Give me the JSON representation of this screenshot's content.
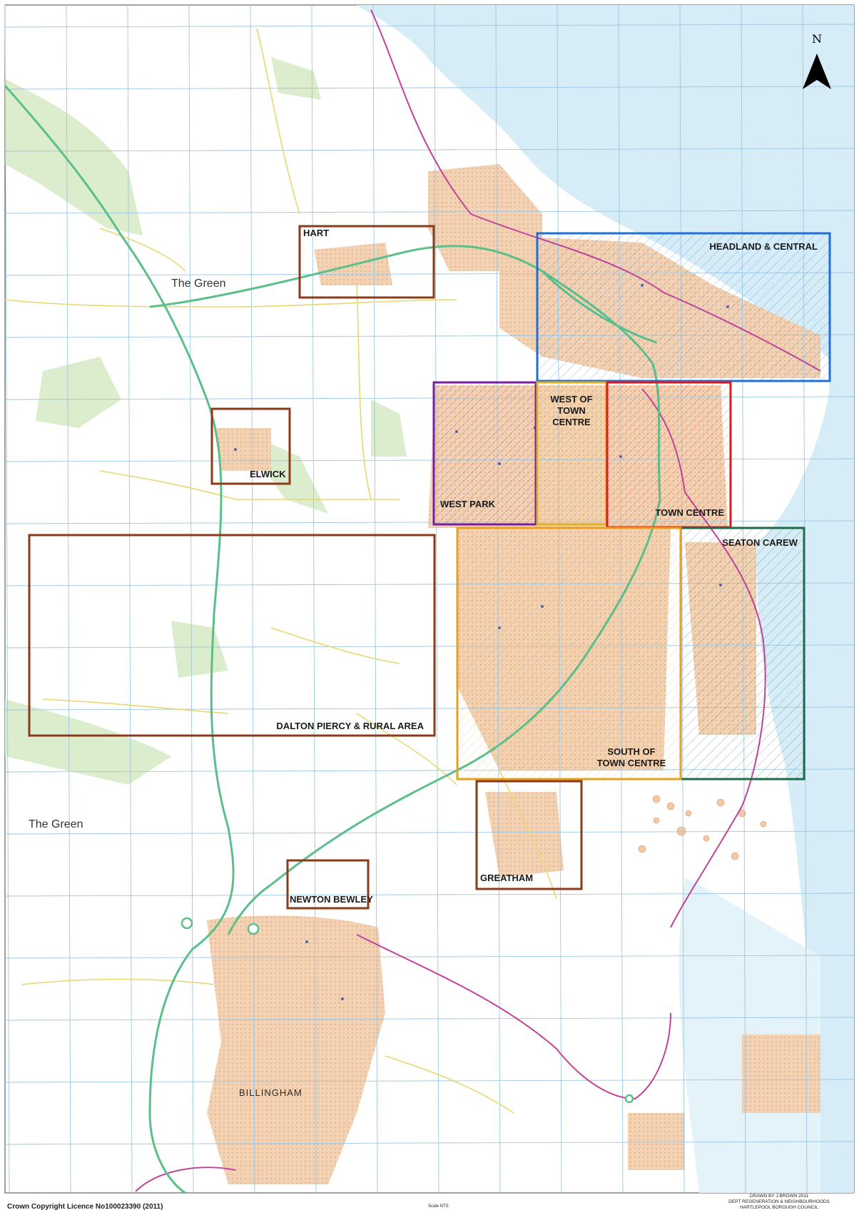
{
  "map": {
    "areas": [
      {
        "id": "hart",
        "label_lines": [
          "HART"
        ],
        "color": "#8b3a1a"
      },
      {
        "id": "headland-central",
        "label_lines": [
          "HEADLAND & CENTRAL"
        ],
        "color": "#1f6fd6"
      },
      {
        "id": "elwick",
        "label_lines": [
          "ELWICK"
        ],
        "color": "#8b3a1a"
      },
      {
        "id": "west-park",
        "label_lines": [
          "WEST PARK"
        ],
        "color": "#7a1fa0"
      },
      {
        "id": "west-of-town-centre",
        "label_lines": [
          "WEST OF",
          "TOWN",
          "CENTRE"
        ],
        "color": "#e0b020"
      },
      {
        "id": "town-centre",
        "label_lines": [
          "TOWN CENTRE"
        ],
        "color": "#e01a1a"
      },
      {
        "id": "seaton-carew",
        "label_lines": [
          "SEATON CAREW"
        ],
        "color": "#1f6a4a"
      },
      {
        "id": "dalton-piercy",
        "label_lines": [
          "DALTON PIERCY & RURAL AREA"
        ],
        "color": "#8b3a1a"
      },
      {
        "id": "south-of-town-centre",
        "label_lines": [
          "SOUTH OF",
          "TOWN CENTRE"
        ],
        "color": "#e8a020"
      },
      {
        "id": "greatham",
        "label_lines": [
          "GREATHAM"
        ],
        "color": "#8b3a1a"
      },
      {
        "id": "newton-bewley",
        "label_lines": [
          "NEWTON BEWLEY"
        ],
        "color": "#8b3a1a"
      }
    ],
    "place_labels": [
      "The Green",
      "The Green"
    ],
    "town_label": "BILLINGHAM",
    "north_arrow": {
      "letter": "N",
      "icon": "north-arrow-icon"
    },
    "colors": {
      "sea": "#d6ecf6",
      "land": "#ffffff",
      "grid": "#9cc6e2",
      "urban": "#f2c9a4",
      "main_road": "#5bbf8a",
      "rail": "#c0439a",
      "minor_road": "#f0e08a",
      "woodland": "#d7ebc8"
    }
  },
  "footer": {
    "copyright": "Crown Copyright Licence No100023390 (2011)",
    "scale": "Scale NTS",
    "credits": [
      "DRAWN BY J.BROWN 2011",
      "DEPT REGENERATION & NEIGHBOURHOODS",
      "HARTLEPOOL BOROUGH COUNCIL"
    ]
  }
}
